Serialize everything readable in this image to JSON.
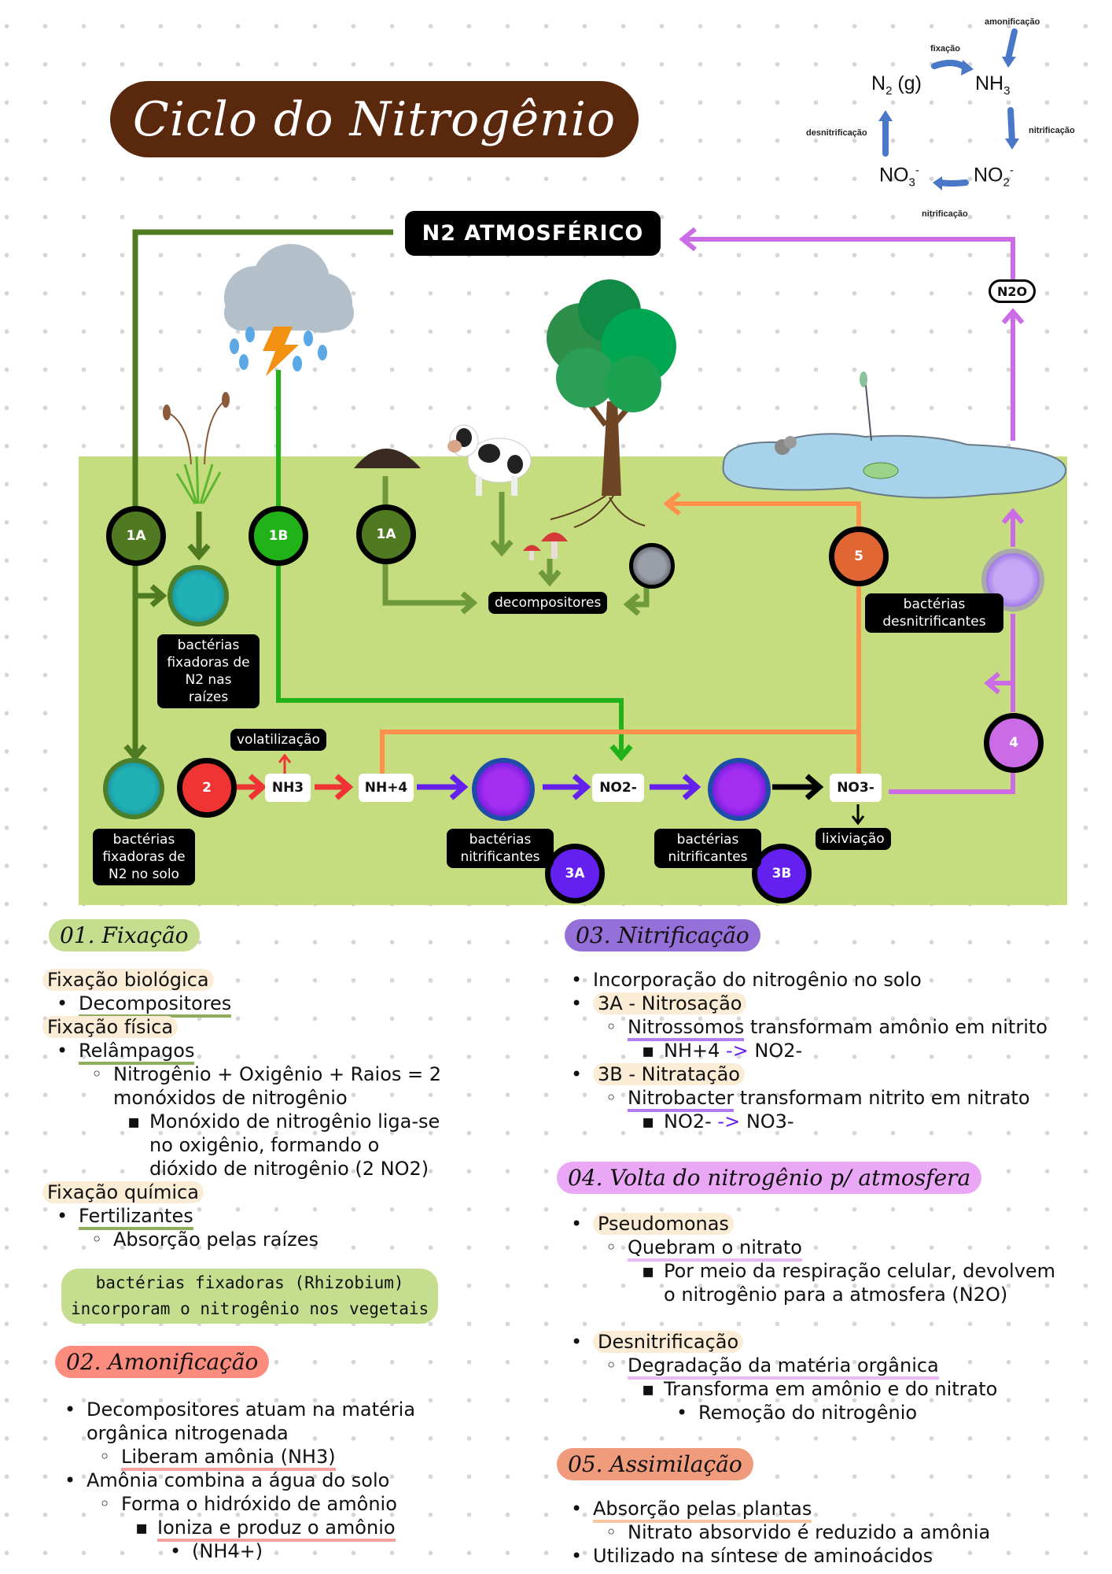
{
  "title": "Ciclo do Nitrogênio",
  "mini_cycle": {
    "species": {
      "n2": "N",
      "n2_sub": "2",
      "n2_tail": " (g)",
      "nh3": "NH",
      "nh3_sub": "3",
      "no3": "NO",
      "no3_sub": "3",
      "no3_sup": "-",
      "no2": "NO",
      "no2_sub": "2",
      "no2_sup": "-"
    },
    "labels": {
      "amonificacao": "amonificação",
      "fixacao": "fixação",
      "nitrificacao_right": "nitrificação",
      "desnitrificacao": "desnitrificação",
      "nitrificacao_bottom": "nitrificação"
    },
    "arrow_color": "#4a78c8"
  },
  "diagram": {
    "atmosphere_label": "N2 ATMOSFÉRICO",
    "n2o_label": "N2O",
    "nodes": {
      "n1a_left": "1A",
      "n1b": "1B",
      "n1a_mid": "1A",
      "n2": "2",
      "n3a": "3A",
      "n3b": "3B",
      "n4": "4",
      "n5": "5"
    },
    "labels": {
      "root_bacteria": [
        "bactérias",
        "fixadoras de",
        "N2 nas raízes"
      ],
      "decomposers": "decompositores",
      "denitrifying": [
        "bactérias",
        "desnitrificantes"
      ],
      "soil_bacteria": [
        "bactérias",
        "fixadoras de",
        "N2 no solo"
      ],
      "volatilization": "volatilização",
      "nitrifying_a": [
        "bactérias",
        "nitrificantes"
      ],
      "nitrifying_b": [
        "bactérias",
        "nitrificantes"
      ],
      "leaching": "lixiviação"
    },
    "compounds": {
      "nh3": "NH3",
      "nh4": "NH+4",
      "no2": "NO2-",
      "no3": "NO3-"
    },
    "colors": {
      "dark_green": "#4f7a21",
      "bright_green": "#21b21a",
      "olive": "#6f9a3c",
      "red": "#f03434",
      "purple": "#6320ee",
      "orange": "#ff914d",
      "lilac": "#cb6ce6",
      "node5": "#e06633",
      "ground": "#c5dd7f"
    }
  },
  "sections": {
    "s1": {
      "title": "01. Fixação",
      "color": "#c5dd8f",
      "items": [
        {
          "text": "Fixação biológica",
          "level": 0,
          "style": "hl"
        },
        {
          "text": "Decompositores",
          "level": 1,
          "style": "ul-g"
        },
        {
          "text": "Fixação física",
          "level": 0,
          "style": "hl"
        },
        {
          "text": "Relâmpagos",
          "level": 1,
          "style": "ul-g"
        },
        {
          "text": "Nitrogênio + Oxigênio + Raios = 2",
          "level": 2
        },
        {
          "text": "monóxidos de nitrogênio",
          "level": 2,
          "cont": true
        },
        {
          "text": "Monóxido de nitrogênio liga-se",
          "level": 3
        },
        {
          "text": "no oxigênio, formando o",
          "level": 3,
          "cont": true
        },
        {
          "text": "dióxido de nitrogênio (2 NO2)",
          "level": 3,
          "cont": true
        },
        {
          "text": "Fixação química",
          "level": 0,
          "style": "hl"
        },
        {
          "text": "Fertilizantes",
          "level": 1,
          "style": "ul-g"
        },
        {
          "text": "Absorção pelas raízes",
          "level": 2
        }
      ],
      "note": [
        "bactérias fixadoras (Rhizobium)",
        "incorporam o nitrogênio nos vegetais"
      ]
    },
    "s2": {
      "title": "02. Amonificação",
      "color": "#fb8c7e",
      "items": [
        {
          "text": "Decompositores atuam na matéria",
          "level": 1
        },
        {
          "text": "orgânica nitrogenada",
          "level": 1,
          "cont": true
        },
        {
          "text": "Liberam amônia (NH3)",
          "level": 2,
          "style": "ul-r"
        },
        {
          "text": "Amônia combina a água do solo",
          "level": 1
        },
        {
          "text": "Forma o hidróxido de amônio",
          "level": 2
        },
        {
          "text": "Ioniza e produz o amônio",
          "level": 3,
          "style": "ul-r"
        },
        {
          "text": "(NH4+)",
          "level": 4
        }
      ]
    },
    "s3": {
      "title": "03. Nitrificação",
      "color": "#9470d8",
      "items": [
        {
          "text": "Incorporação do nitrogênio no solo",
          "level": 1
        },
        {
          "text": "3A - Nitrosação",
          "level": 1,
          "style": "hl"
        },
        {
          "text": "Nitrossomos",
          "rest": " transformam amônio em nitrito",
          "level": 2,
          "style": "ul-p"
        },
        {
          "text": "NH+4",
          "arrow": " -> ",
          "rest": "NO2-",
          "level": 3
        },
        {
          "text": "3B - Nitratação",
          "level": 1,
          "style": "hl"
        },
        {
          "text": "Nitrobacter",
          "rest": " transformam nitrito em nitrato",
          "level": 2,
          "style": "ul-p"
        },
        {
          "text": "NO2-",
          "arrow": " -> ",
          "rest": "NO3-",
          "level": 3
        }
      ]
    },
    "s4": {
      "title": "04. Volta do nitrogênio p/ atmosfera",
      "color": "#e9a7f5",
      "items": [
        {
          "text": "Pseudomonas",
          "level": 1,
          "style": "hl"
        },
        {
          "text": "Quebram o nitrato",
          "level": 2,
          "style": "ul-l"
        },
        {
          "text": "Por meio da respiração celular, devolvem",
          "level": 3
        },
        {
          "text": "o nitrogênio para a atmosfera (N2O)",
          "level": 3,
          "cont": true
        },
        {
          "text": "",
          "level": 0
        },
        {
          "text": "Desnitrificação",
          "level": 1,
          "style": "hl"
        },
        {
          "text": "Degradação da matéria orgânica",
          "level": 2,
          "style": "ul-l"
        },
        {
          "text": "Transforma em amônio e do nitrato",
          "level": 3
        },
        {
          "text": "Remoção do nitrogênio",
          "level": 4
        }
      ]
    },
    "s5": {
      "title": "05. Assimilação",
      "color": "#f09b7c",
      "items": [
        {
          "text": "Absorção pelas plantas",
          "level": 1,
          "style": "ul-o"
        },
        {
          "text": "Nitrato absorvido é reduzido a amônia",
          "level": 2
        },
        {
          "text": "Utilizado na síntese de aminoácidos",
          "level": 1
        }
      ]
    }
  }
}
